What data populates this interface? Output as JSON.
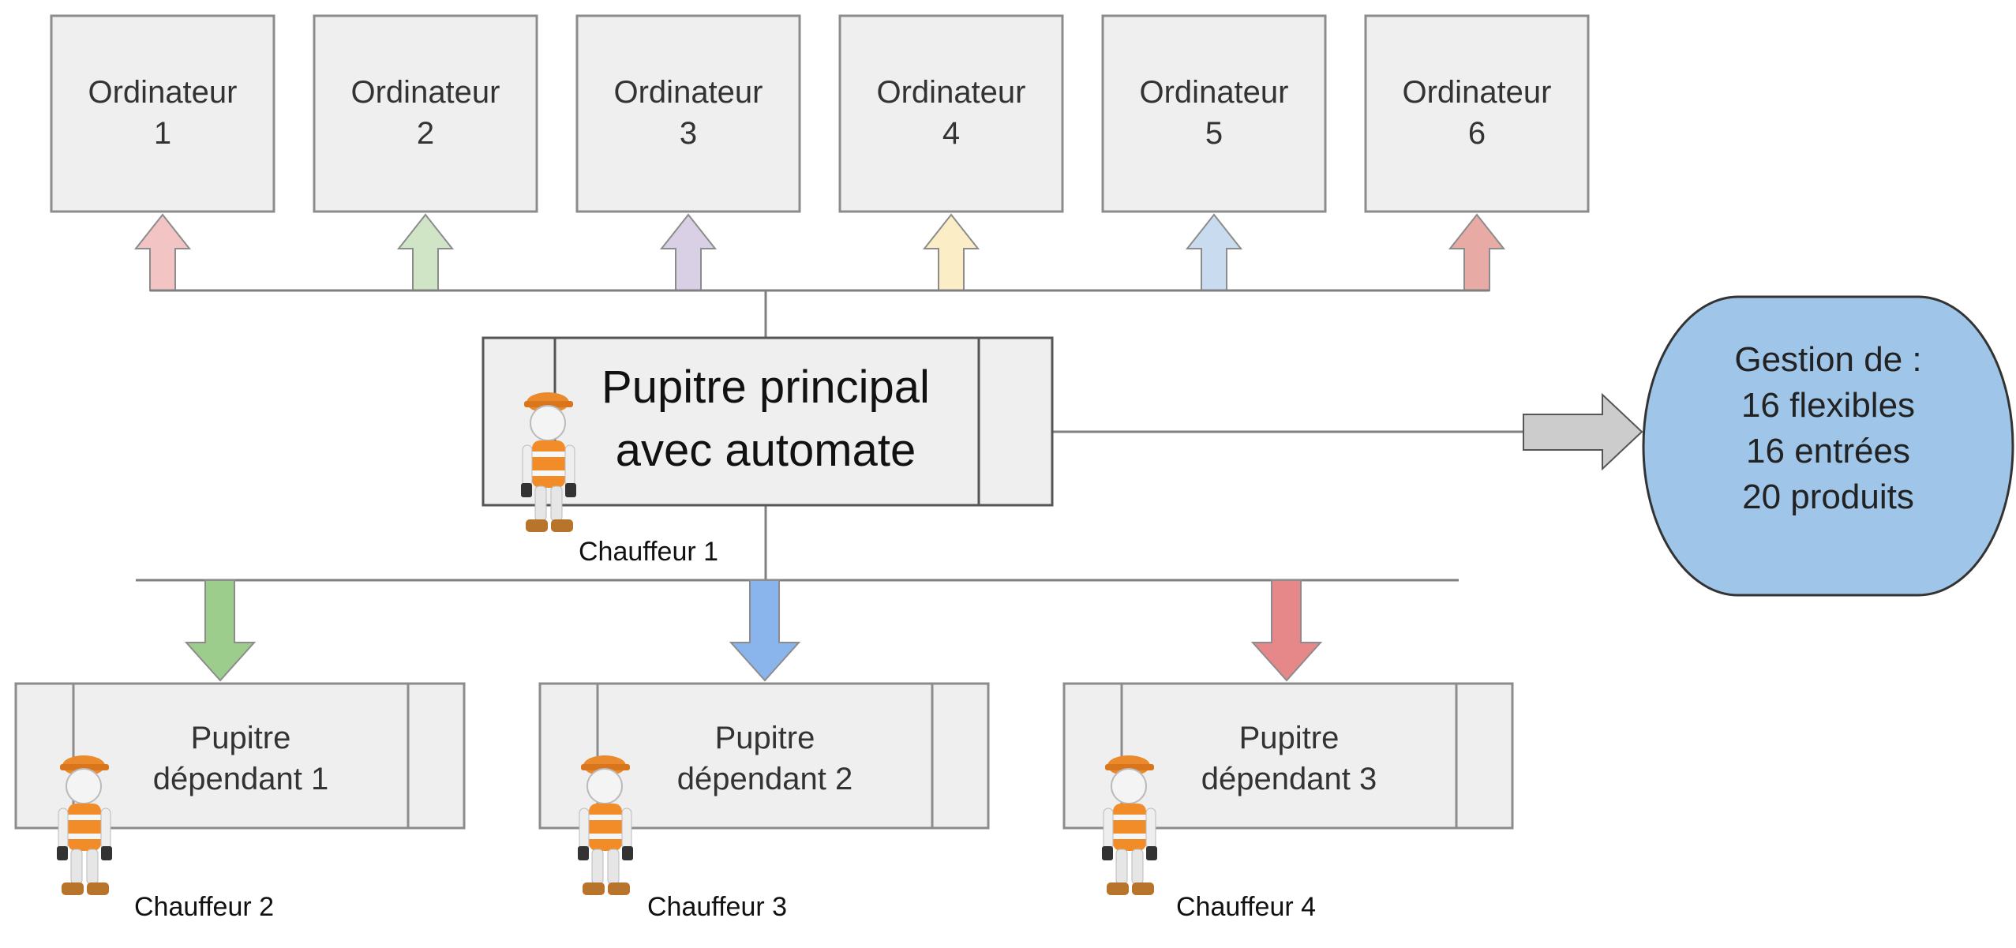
{
  "computers": [
    {
      "label_1": "Ordinateur",
      "label_2": "1",
      "arrow_color": "#f2c4c4"
    },
    {
      "label_1": "Ordinateur",
      "label_2": "2",
      "arrow_color": "#cfe5c5"
    },
    {
      "label_1": "Ordinateur",
      "label_2": "3",
      "arrow_color": "#d9d0e6"
    },
    {
      "label_1": "Ordinateur",
      "label_2": "4",
      "arrow_color": "#fbeec6"
    },
    {
      "label_1": "Ordinateur",
      "label_2": "5",
      "arrow_color": "#c9dcef"
    },
    {
      "label_1": "Ordinateur",
      "label_2": "6",
      "arrow_color": "#e8aaa5"
    }
  ],
  "main_console": {
    "label_1": "Pupitre principal",
    "label_2": "avec automate",
    "driver": "Chauffeur 1"
  },
  "dependent_consoles": [
    {
      "label_1": "Pupitre",
      "label_2": "dépendant 1",
      "driver": "Chauffeur 2",
      "arrow_color": "#9ccd8d"
    },
    {
      "label_1": "Pupitre",
      "label_2": "dépendant 2",
      "driver": "Chauffeur 3",
      "arrow_color": "#8ab4ec"
    },
    {
      "label_1": "Pupitre",
      "label_2": "dépendant 3",
      "driver": "Chauffeur 4",
      "arrow_color": "#e6878a"
    }
  ],
  "management": {
    "line_1": "Gestion de :",
    "line_2": "16 flexibles",
    "line_3": "16 entrées",
    "line_4": "20 produits",
    "fill_color": "#9fc5e8",
    "arrow_color": "#cccccc"
  },
  "colors": {
    "box_fill": "#efefef",
    "box_stroke": "#8c8c8c",
    "line": "#808080"
  }
}
